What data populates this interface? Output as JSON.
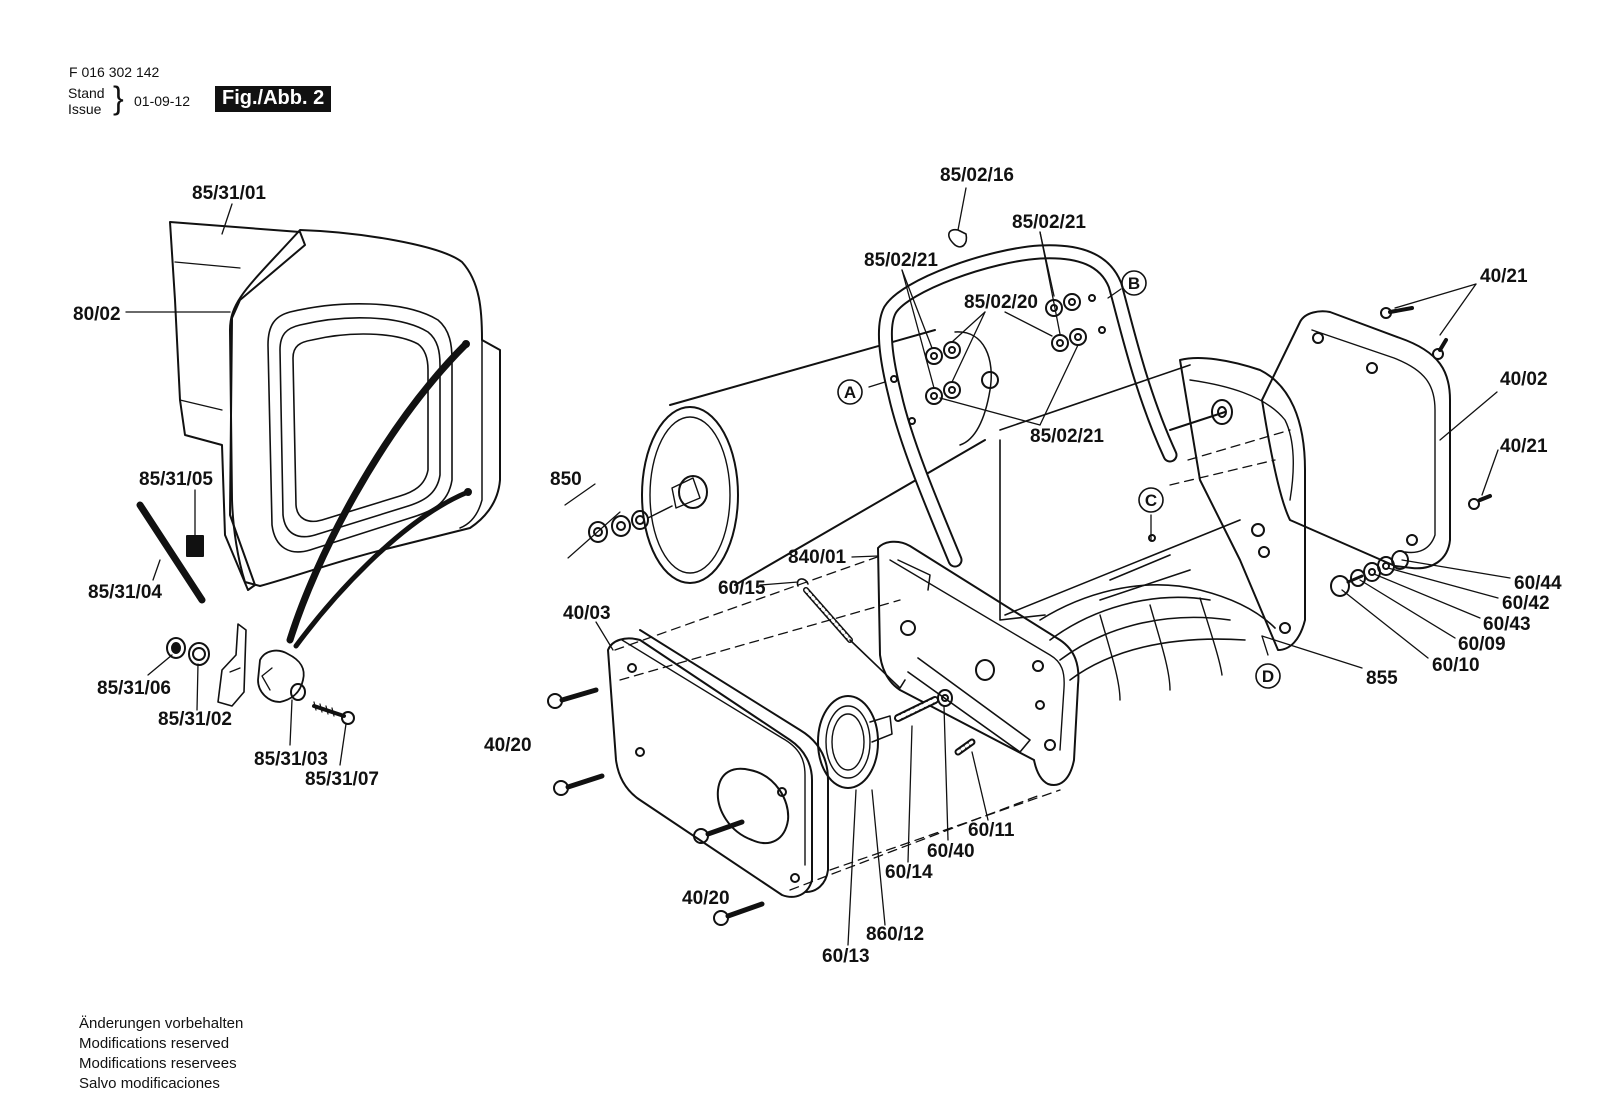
{
  "header": {
    "doc_number": "F 016 302 142",
    "stand_label": "Stand",
    "issue_label": "Issue",
    "date": "01-09-12",
    "figure_label": "Fig./Abb. 2"
  },
  "footer": {
    "lines": [
      "Änderungen vorbehalten",
      "Modifications reserved",
      "Modifications reservees",
      "Salvo modificaciones"
    ]
  },
  "callouts": {
    "grass_box_cover": "85/31/01",
    "grass_box": "80/02",
    "part_85_31_05": "85/31/05",
    "part_85_31_04": "85/31/04",
    "nut_85_31_06": "85/31/06",
    "washer_85_31_02": "85/31/02",
    "knob_85_31_03": "85/31/03",
    "screw_85_31_07": "85/31/07",
    "clip_85_02_16": "85/02/16",
    "nut_85_02_21_top": "85/02/21",
    "nut_85_02_21_left": "85/02/21",
    "washer_85_02_20": "85/02/20",
    "nut_85_02_21_bottom": "85/02/21",
    "roller_850": "850",
    "bracket_840_01": "840/01",
    "spring_60_15": "60/15",
    "cover_40_03": "40/03",
    "screw_40_20_upper": "40/20",
    "screw_40_20_lower": "40/20",
    "screw_40_21_top": "40/21",
    "cover_40_02": "40/02",
    "screw_40_21_right": "40/21",
    "part_60_44": "60/44",
    "part_60_42": "60/42",
    "part_60_43": "60/43",
    "part_60_09": "60/09",
    "part_60_10": "60/10",
    "cylinder_855": "855",
    "spring_60_11": "60/11",
    "washer_60_40": "60/40",
    "spring_60_14": "60/14",
    "wheel_860_12": "860/12",
    "part_60_13": "60/13"
  },
  "markers": {
    "A": "A",
    "B": "B",
    "C": "C",
    "D": "D"
  }
}
